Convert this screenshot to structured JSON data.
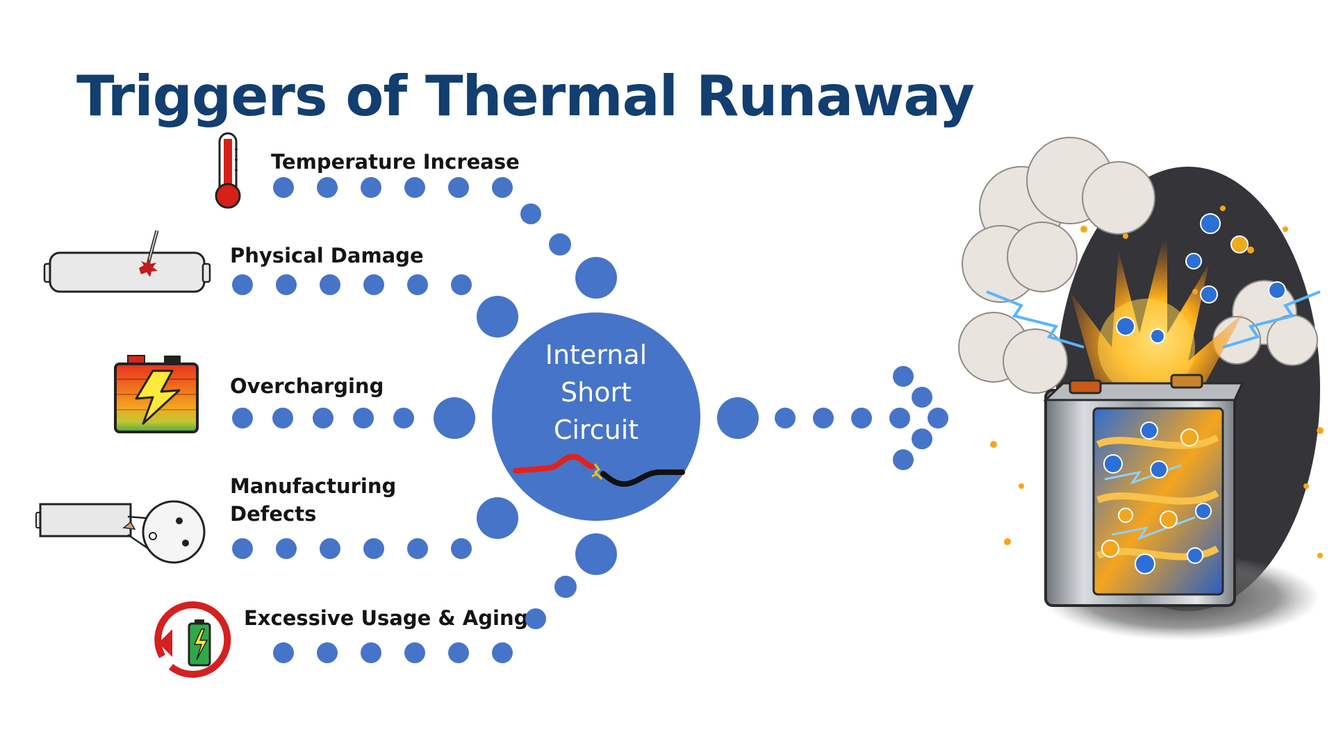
{
  "title": "Triggers of Thermal Runaway",
  "triggers": [
    {
      "label": "Temperature Increase",
      "icon": "thermometer-icon"
    },
    {
      "label": "Physical Damage",
      "icon": "punctured-cell-icon"
    },
    {
      "label": "Overcharging",
      "icon": "overcharged-battery-icon"
    },
    {
      "label_line1": "Manufacturing",
      "label_line2": "Defects",
      "icon": "defect-inspection-icon"
    },
    {
      "label": "Excessive Usage & Aging",
      "icon": "aging-cycle-battery-icon"
    }
  ],
  "center": {
    "line1": "Internal",
    "line2": "Short",
    "line3": "Circuit"
  },
  "colors": {
    "title": "#123e70",
    "dots": "#4674c8",
    "center_text": "#ffffff",
    "wire_red": "#e32119",
    "wire_black": "#111111"
  }
}
